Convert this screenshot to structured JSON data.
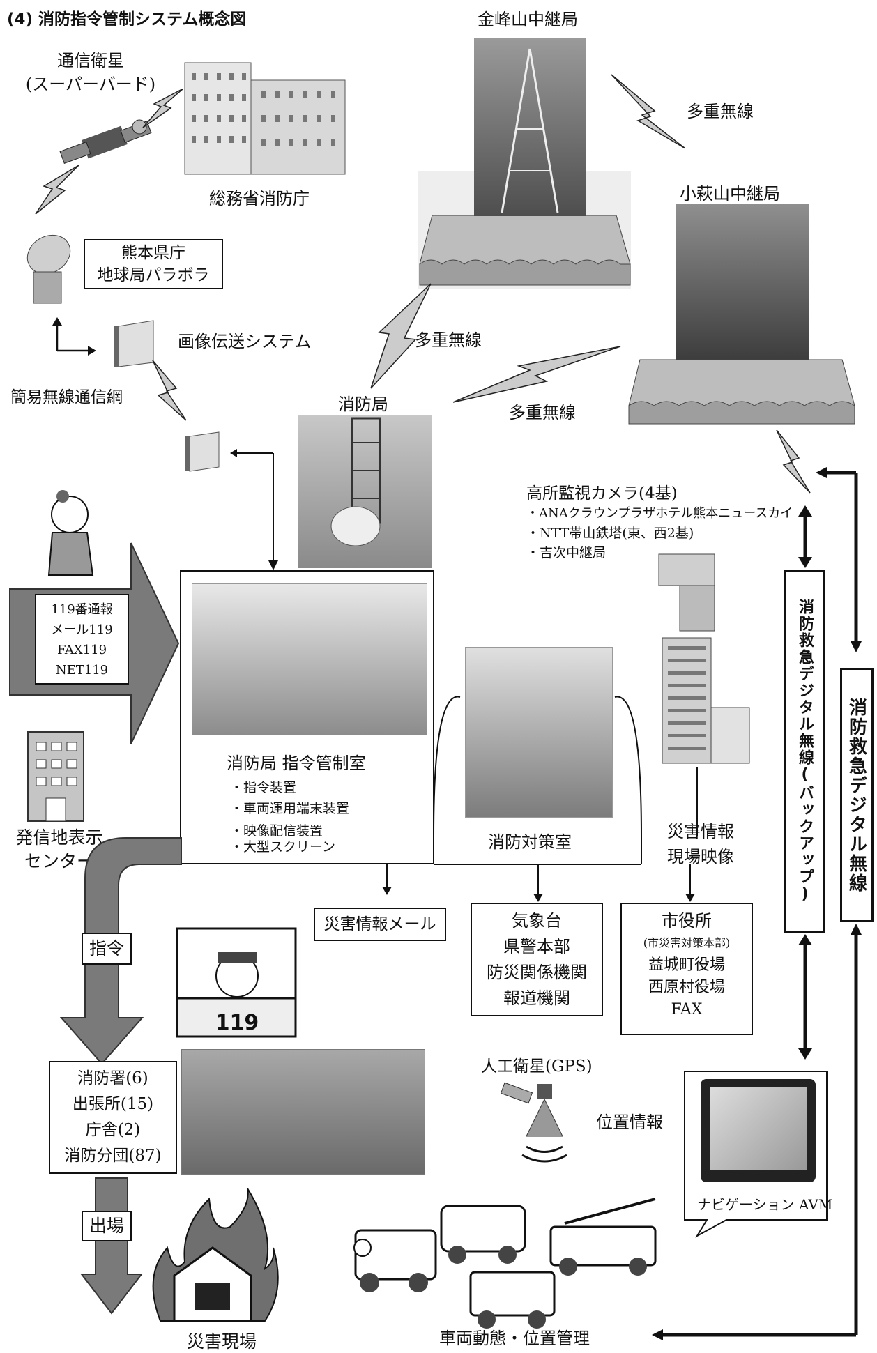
{
  "title": "(4) 消防指令管制システム概念図",
  "nodes": {
    "satellite": {
      "line1": "通信衛星",
      "line2": "(スーパーバード)"
    },
    "fdma": "総務省消防庁",
    "kinpo": "金峰山中継局",
    "kohagi": "小萩山中継局",
    "pref": {
      "line1": "熊本県庁",
      "line2": "地球局パラボラ"
    },
    "image_tx": "画像伝送システム",
    "simple_radio": "簡易無線通信網",
    "fire_station": "消防局",
    "camera": {
      "title": "高所監視カメラ(4基)",
      "items": [
        "・ANAクラウンプラザホテル熊本ニュースカイ",
        "・NTT帯山鉄塔(東、西2基)",
        "・吉次中継局"
      ]
    },
    "calls": [
      "119番通報",
      "メール119",
      "FAX119",
      "NET119"
    ],
    "origin_center": {
      "line1": "発信地表示",
      "line2": "センター"
    },
    "control_room": {
      "title": "消防局 指令管制室",
      "items": [
        "・指令装置",
        "・車両運用端末装置",
        "・映像配信装置",
        "・大型スクリーン"
      ]
    },
    "countermeasure": "消防対策室",
    "disaster_video": {
      "line1": "災害情報",
      "line2": "現場映像"
    },
    "mail": "災害情報メール",
    "agencies": [
      "気象台",
      "県警本部",
      "防災関係機関",
      "報道機関"
    ],
    "city": [
      "市役所",
      "(市災害対策本部)",
      "益城町役場",
      "西原村役場",
      "FAX"
    ],
    "digital_backup": "消防救急デジタル無線(バックアップ)",
    "digital": "消防救急デジタル無線",
    "command": "指令",
    "stations": [
      "消防署(6)",
      "出張所(15)",
      "庁舎(2)",
      "消防分団(87)"
    ],
    "dispatch": "出場",
    "site": "災害現場",
    "gps": "人工衛星(GPS)",
    "position": "位置情報",
    "nav": "ナビゲーション AVM",
    "vehicle": "車両動態・位置管理",
    "badge_119": "119"
  },
  "links": {
    "multiplex_1": "多重無線",
    "multiplex_2": "多重無線",
    "multiplex_3": "多重無線"
  }
}
